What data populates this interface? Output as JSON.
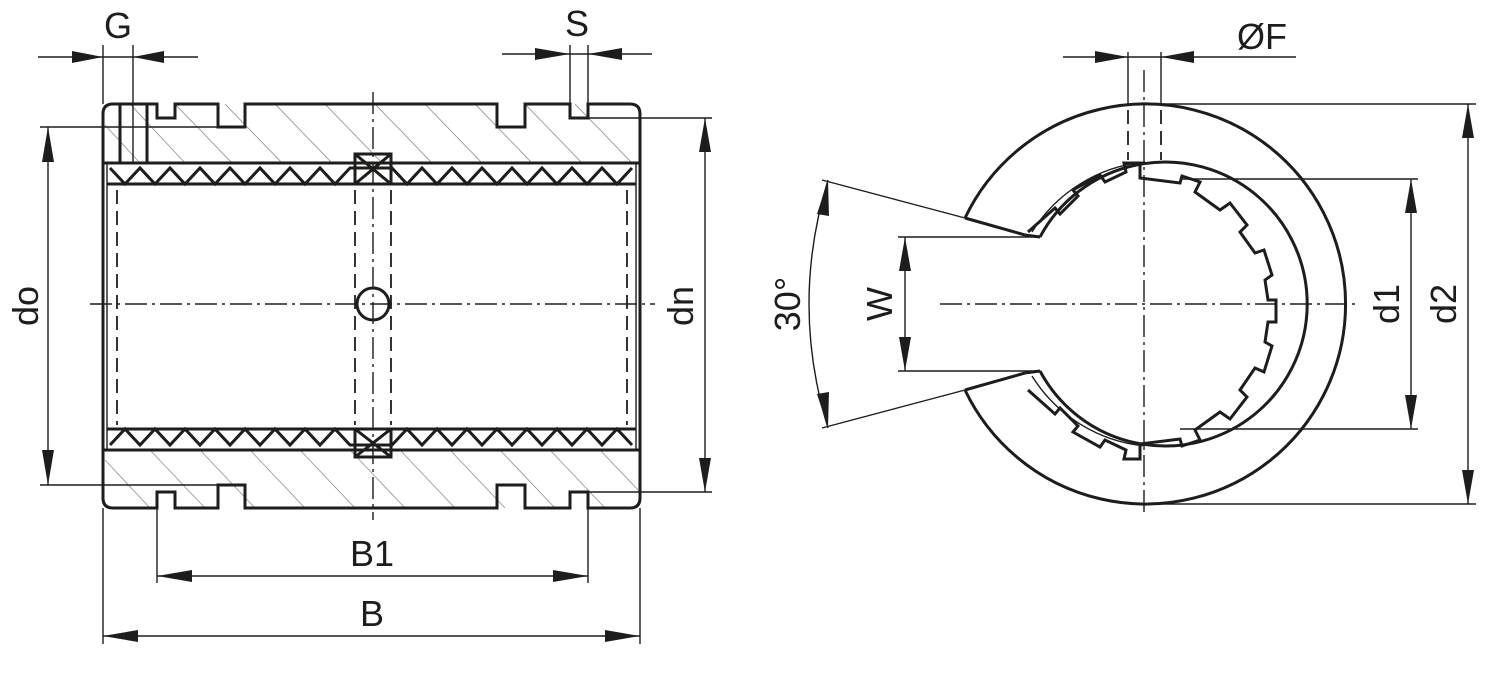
{
  "figure": {
    "type": "technical-drawing",
    "subject": "linear plain bearing with slotted housing",
    "colors": {
      "line": "#1d1d1b",
      "hatch": "#9a9a9a",
      "background": "#ffffff"
    }
  },
  "side_view": {
    "labels": {
      "G": "G",
      "S": "S",
      "do": "do",
      "dn": "dn",
      "B1": "B1",
      "B": "B"
    }
  },
  "end_view": {
    "labels": {
      "F": "ØF",
      "angle": "30°",
      "W": "W",
      "d1": "d1",
      "d2": "d2"
    }
  }
}
